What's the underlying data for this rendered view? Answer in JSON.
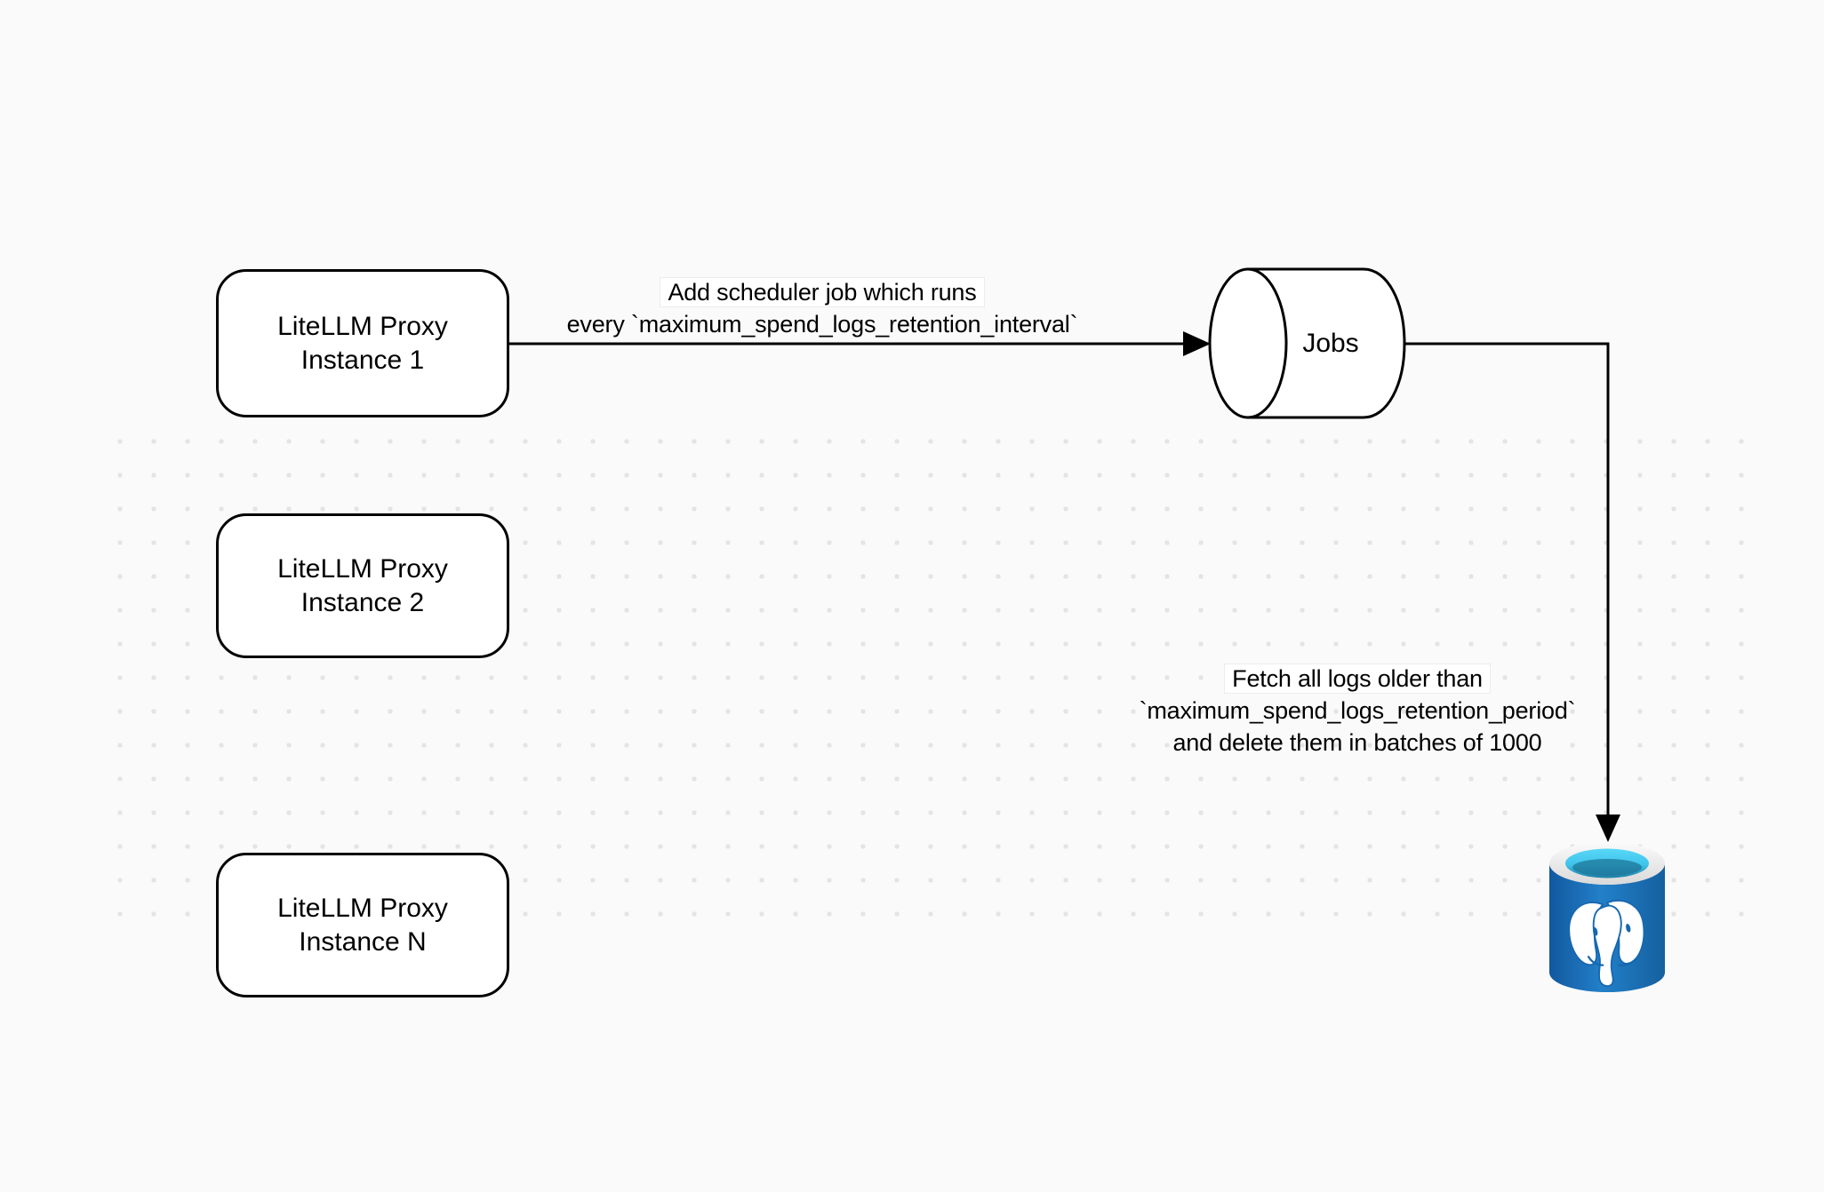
{
  "diagram": {
    "background_color": "#fafafa",
    "dot_color": "#e4e4e4",
    "stroke_color": "#000000",
    "nodes": {
      "instance1": {
        "label": "LiteLLM Proxy\nInstance 1"
      },
      "instance2": {
        "label": "LiteLLM Proxy\nInstance 2"
      },
      "instanceN": {
        "label": "LiteLLM Proxy\nInstance N"
      },
      "jobs": {
        "label": "Jobs"
      },
      "postgres": {
        "icon": "postgresql-database-icon"
      }
    },
    "edges": {
      "scheduler": {
        "line1": "Add scheduler job which runs",
        "line2": "every `maximum_spend_logs_retention_interval`"
      },
      "fetch": {
        "line1": "Fetch all logs older than",
        "line2": "`maximum_spend_logs_retention_period`",
        "line3": "and delete them in batches of 1000"
      }
    },
    "postgres_colors": {
      "body_dark": "#12589f",
      "body_light": "#2280c9",
      "rim_light": "#fbfbfb",
      "rim_dark": "#d9d9d9",
      "liquid_top": "#58d7f8",
      "liquid_bottom": "#1e7fa6",
      "elephant": "#ffffff"
    }
  }
}
